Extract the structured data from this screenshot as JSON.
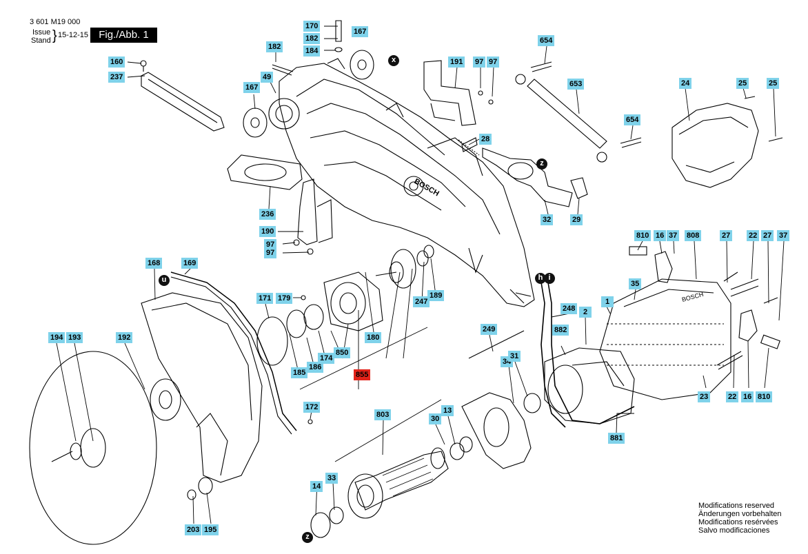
{
  "header": {
    "doc_number": "3 601 M19 000",
    "issue_label": "Issue",
    "stand_label": "Stand",
    "date": "15-12-15",
    "figure": "Fig./Abb. 1"
  },
  "notes": [
    "Modifications reserved",
    "Änderungen vorbehalten",
    "Modifications resérvées",
    "Salvo modificaciones"
  ],
  "labels": [
    {
      "id": "170",
      "text": "170",
      "highlight": false
    },
    {
      "id": "182a",
      "text": "182",
      "highlight": false
    },
    {
      "id": "184",
      "text": "184",
      "highlight": false
    },
    {
      "id": "167a",
      "text": "167",
      "highlight": false
    },
    {
      "id": "182b",
      "text": "182",
      "highlight": false
    },
    {
      "id": "160",
      "text": "160",
      "highlight": false
    },
    {
      "id": "237",
      "text": "237",
      "highlight": false
    },
    {
      "id": "49",
      "text": "49",
      "highlight": false
    },
    {
      "id": "167b",
      "text": "167",
      "highlight": false
    },
    {
      "id": "191",
      "text": "191",
      "highlight": false
    },
    {
      "id": "97a",
      "text": "97",
      "highlight": false
    },
    {
      "id": "97b",
      "text": "97",
      "highlight": false
    },
    {
      "id": "654a",
      "text": "654",
      "highlight": false
    },
    {
      "id": "653",
      "text": "653",
      "highlight": false
    },
    {
      "id": "654b",
      "text": "654",
      "highlight": false
    },
    {
      "id": "24",
      "text": "24",
      "highlight": false
    },
    {
      "id": "25a",
      "text": "25",
      "highlight": false
    },
    {
      "id": "25b",
      "text": "25",
      "highlight": false
    },
    {
      "id": "28",
      "text": "28",
      "highlight": false
    },
    {
      "id": "236",
      "text": "236",
      "highlight": false
    },
    {
      "id": "190",
      "text": "190",
      "highlight": false
    },
    {
      "id": "97c",
      "text": "97",
      "highlight": false
    },
    {
      "id": "97d",
      "text": "97",
      "highlight": false
    },
    {
      "id": "32",
      "text": "32",
      "highlight": false
    },
    {
      "id": "29",
      "text": "29",
      "highlight": false
    },
    {
      "id": "810a",
      "text": "810",
      "highlight": false
    },
    {
      "id": "16a",
      "text": "16",
      "highlight": false
    },
    {
      "id": "37a",
      "text": "37",
      "highlight": false
    },
    {
      "id": "808",
      "text": "808",
      "highlight": false
    },
    {
      "id": "27a",
      "text": "27",
      "highlight": false
    },
    {
      "id": "22a",
      "text": "22",
      "highlight": false
    },
    {
      "id": "27b",
      "text": "27",
      "highlight": false
    },
    {
      "id": "37b",
      "text": "37",
      "highlight": false
    },
    {
      "id": "168",
      "text": "168",
      "highlight": false
    },
    {
      "id": "169",
      "text": "169",
      "highlight": false
    },
    {
      "id": "171",
      "text": "171",
      "highlight": false
    },
    {
      "id": "179",
      "text": "179",
      "highlight": false
    },
    {
      "id": "247",
      "text": "247",
      "highlight": false
    },
    {
      "id": "189",
      "text": "189",
      "highlight": false
    },
    {
      "id": "35",
      "text": "35",
      "highlight": false
    },
    {
      "id": "1",
      "text": "1",
      "highlight": false
    },
    {
      "id": "248",
      "text": "248",
      "highlight": false
    },
    {
      "id": "2",
      "text": "2",
      "highlight": false
    },
    {
      "id": "194",
      "text": "194",
      "highlight": false
    },
    {
      "id": "193",
      "text": "193",
      "highlight": false
    },
    {
      "id": "192",
      "text": "192",
      "highlight": false
    },
    {
      "id": "180",
      "text": "180",
      "highlight": false
    },
    {
      "id": "850",
      "text": "850",
      "highlight": false
    },
    {
      "id": "174",
      "text": "174",
      "highlight": false
    },
    {
      "id": "186",
      "text": "186",
      "highlight": false
    },
    {
      "id": "185",
      "text": "185",
      "highlight": false
    },
    {
      "id": "855",
      "text": "855",
      "highlight": true
    },
    {
      "id": "249",
      "text": "249",
      "highlight": false
    },
    {
      "id": "882",
      "text": "882",
      "highlight": false
    },
    {
      "id": "34",
      "text": "34",
      "highlight": false
    },
    {
      "id": "31",
      "text": "31",
      "highlight": false
    },
    {
      "id": "23",
      "text": "23",
      "highlight": false
    },
    {
      "id": "22b",
      "text": "22",
      "highlight": false
    },
    {
      "id": "16b",
      "text": "16",
      "highlight": false
    },
    {
      "id": "810b",
      "text": "810",
      "highlight": false
    },
    {
      "id": "172",
      "text": "172",
      "highlight": false
    },
    {
      "id": "803",
      "text": "803",
      "highlight": false
    },
    {
      "id": "30",
      "text": "30",
      "highlight": false
    },
    {
      "id": "13",
      "text": "13",
      "highlight": false
    },
    {
      "id": "881",
      "text": "881",
      "highlight": false
    },
    {
      "id": "14",
      "text": "14",
      "highlight": false
    },
    {
      "id": "33",
      "text": "33",
      "highlight": false
    },
    {
      "id": "203",
      "text": "203",
      "highlight": false
    },
    {
      "id": "195",
      "text": "195",
      "highlight": false
    }
  ],
  "reference_markers": [
    {
      "id": "x",
      "text": "x"
    },
    {
      "id": "z1",
      "text": "z"
    },
    {
      "id": "u",
      "text": "u"
    },
    {
      "id": "h",
      "text": "h"
    },
    {
      "id": "i",
      "text": "i"
    },
    {
      "id": "z2",
      "text": "z"
    }
  ],
  "colors": {
    "label_fill": "#7fd2ea",
    "highlight_fill": "#e2231a",
    "line": "#000000"
  }
}
